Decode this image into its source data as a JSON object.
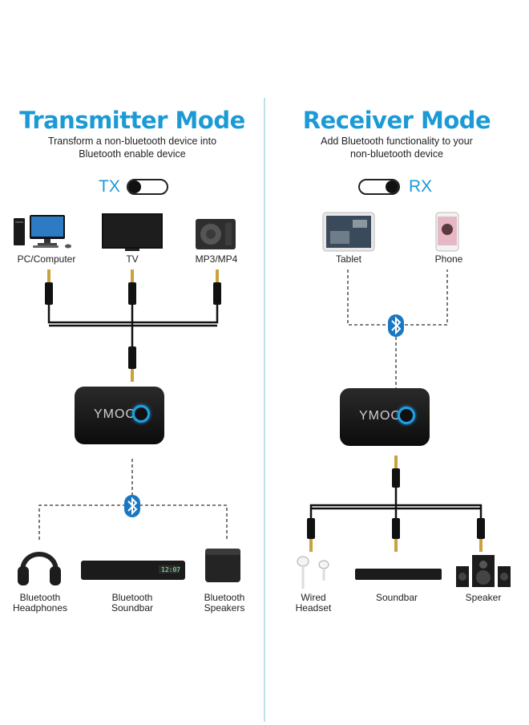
{
  "left": {
    "title": "Transmitter Mode",
    "subtitle_line1": "Transform a non-bluetooth device into",
    "subtitle_line2": "Bluetooth enable device",
    "mode_label": "TX",
    "sources": [
      {
        "label": "PC/Computer"
      },
      {
        "label": "TV"
      },
      {
        "label": "MP3/MP4"
      }
    ],
    "outputs": [
      {
        "line1": "Bluetooth",
        "line2": "Headphones"
      },
      {
        "line1": "Bluetooth",
        "line2": "Soundbar"
      },
      {
        "line1": "Bluetooth",
        "line2": "Speakers"
      }
    ],
    "device_brand": "YMOO"
  },
  "right": {
    "title": "Receiver Mode",
    "subtitle_line1": "Add Bluetooth functionality to your",
    "subtitle_line2": "non-bluetooth device",
    "mode_label": "RX",
    "sources": [
      {
        "label": "Tablet"
      },
      {
        "label": "Phone"
      }
    ],
    "outputs": [
      {
        "line1": "Wired",
        "line2": "Headset"
      },
      {
        "line1": "Soundbar",
        "line2": ""
      },
      {
        "line1": "Speaker",
        "line2": ""
      }
    ],
    "device_brand": "YMOO"
  },
  "colors": {
    "accent": "#1b9ad6",
    "bluetooth": "#1a78c2",
    "divider": "#bfe0ee"
  },
  "icons": [
    "toggle-switch-icon",
    "desktop-computer-icon",
    "tv-icon",
    "mp3-player-icon",
    "tablet-icon",
    "phone-icon",
    "audio-cable-icon",
    "bluetooth-icon",
    "headphones-icon",
    "soundbar-icon",
    "speaker-icon",
    "earphones-icon",
    "speaker-system-icon"
  ]
}
